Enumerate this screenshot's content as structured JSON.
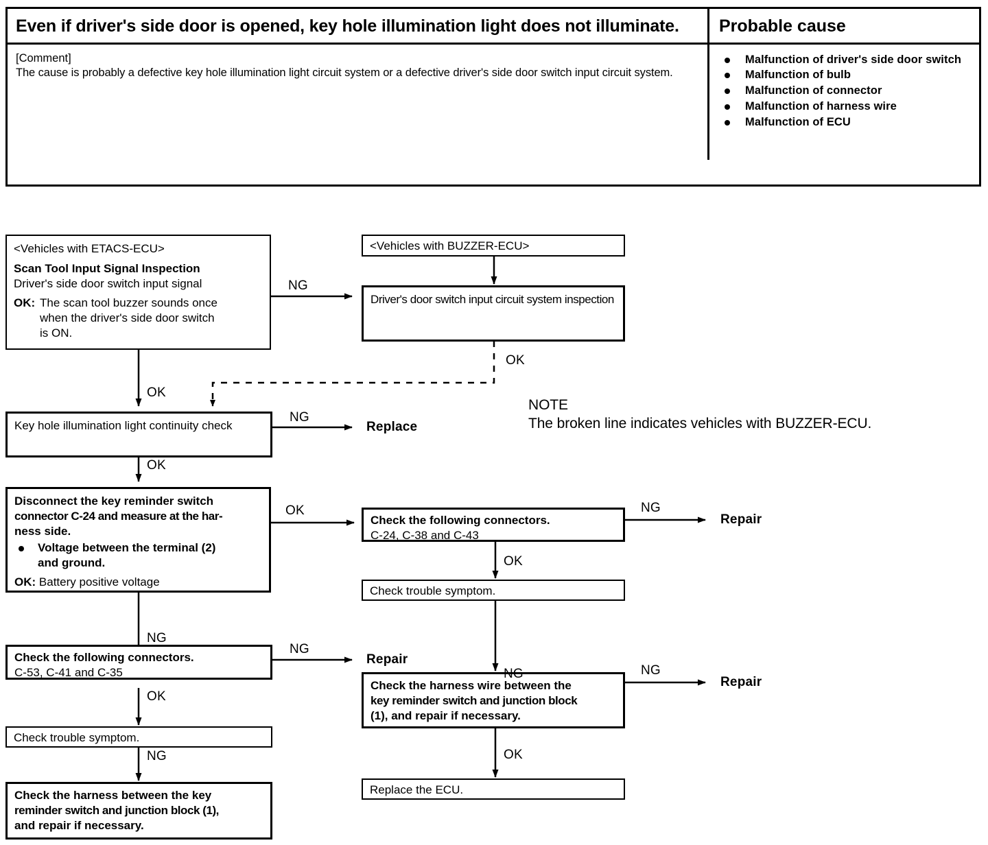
{
  "table": {
    "symptom_title": "Even if driver's side door is opened, key hole illumination light does not illuminate.",
    "probable_cause_header": "Probable cause",
    "comment_label": "[Comment]",
    "comment_text": "The cause is probably a defective key hole illumination light circuit system or a defective driver's side door switch input circuit system.",
    "causes": [
      "Malfunction of  driver's side door switch",
      "Malfunction of bulb",
      "Malfunction of  connector",
      "Malfunction of  harness wire",
      "Malfunction of  ECU"
    ]
  },
  "flow": {
    "etacs": {
      "header": "<Vehicles with ETACS-ECU>",
      "title": "Scan Tool Input Signal Inspection",
      "subtitle": "Driver's side door switch input signal",
      "ok_label": "OK:",
      "ok_line1": "The scan tool buzzer sounds once",
      "ok_line2": "when the driver's side door switch",
      "ok_line3": "is ON."
    },
    "buzzer_header": "<Vehicles with BUZZER-ECU>",
    "door_switch_inspection": "Driver's door switch input circuit system inspection",
    "continuity_check": "Key hole illumination light continuity check",
    "replace_term": "Replace",
    "disconnect": {
      "line1": "Disconnect the key reminder switch",
      "line2": "connector C-24 and measure at the har-",
      "line3": "ness side.",
      "bullet1": "Voltage between the terminal (2)",
      "bullet1b": "and ground.",
      "ok_label": "OK:",
      "ok_text": "Battery positive voltage"
    },
    "connectors_right": {
      "title": "Check the following connectors.",
      "list": "C-24, C-38 and C-43"
    },
    "connectors_left": {
      "title": "Check the following connectors.",
      "list": "C-53, C-41 and C-35"
    },
    "trouble_symptom_right": "Check trouble symptom.",
    "trouble_symptom_left": "Check trouble symptom.",
    "harness_wire_right": {
      "line1": "Check the harness wire between the",
      "line2": "key reminder switch and junction block",
      "line3": "(1), and repair if necessary."
    },
    "harness_left": {
      "line1": "Check the harness between the key",
      "line2": "reminder switch and junction block (1),",
      "line3": "and repair if necessary."
    },
    "replace_ecu": "Replace the ECU.",
    "repair_term_1": "Repair",
    "repair_term_2": "Repair",
    "repair_term_3": "Repair",
    "edge_ng_1": "NG",
    "edge_ok_1": "OK",
    "edge_ok_dashed": "OK",
    "edge_ng_2": "NG",
    "edge_ok_2": "OK",
    "edge_ok_3": "OK",
    "edge_ng_3": "NG",
    "edge_ok_4": "OK",
    "edge_ng_4": "NG",
    "edge_ok_5": "OK",
    "edge_ng_5": "NG",
    "edge_ng_6": "NG",
    "edge_ok_6": "OK",
    "note_title": "NOTE",
    "note_text": "The broken line indicates vehicles with BUZZER-ECU."
  },
  "colors": {
    "ink": "#000000",
    "paper": "#ffffff"
  }
}
